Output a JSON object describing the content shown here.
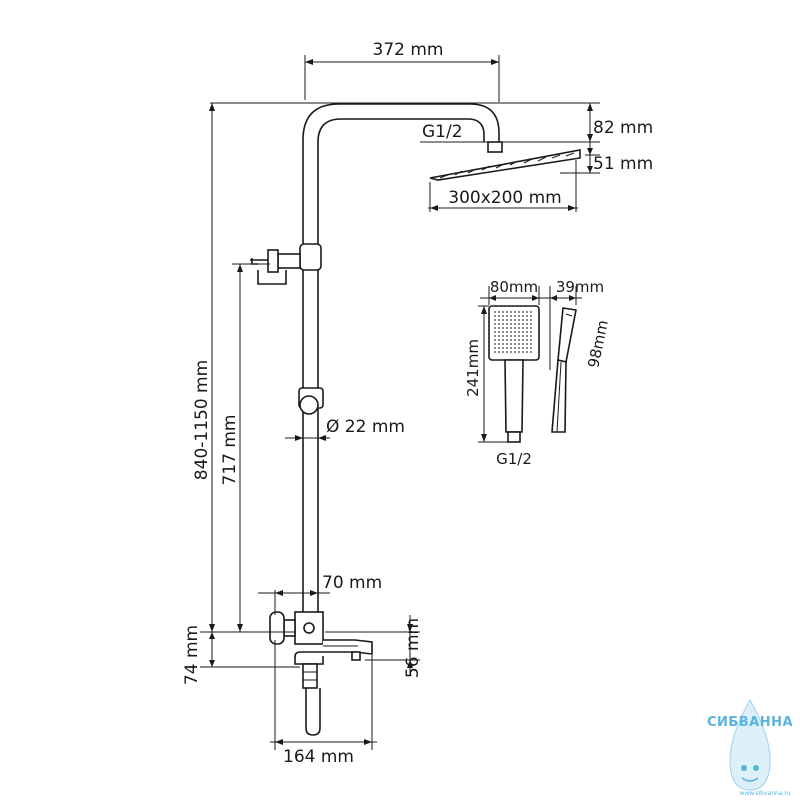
{
  "labels": {
    "overall_width": "372 mm",
    "thread_top": "G1/2",
    "head_offset": "82 mm",
    "head_thickness": "51 mm",
    "head_size": "300x200 mm",
    "height_range": "840-1150 mm",
    "holder_height": "717 mm",
    "pipe_diameter": "Ø 22 mm",
    "mixer_offset": "70 mm",
    "mixer_height": "74 mm",
    "spout_height": "56 mm",
    "spout_length": "164 mm",
    "hand_width": "80mm",
    "hand_depth": "39mm",
    "hand_length": "241mm",
    "hand_head": "98mm",
    "thread_hand": "G1/2"
  },
  "brand": {
    "name": "СИБВАННА",
    "url": "www.sibvanna.ru"
  }
}
